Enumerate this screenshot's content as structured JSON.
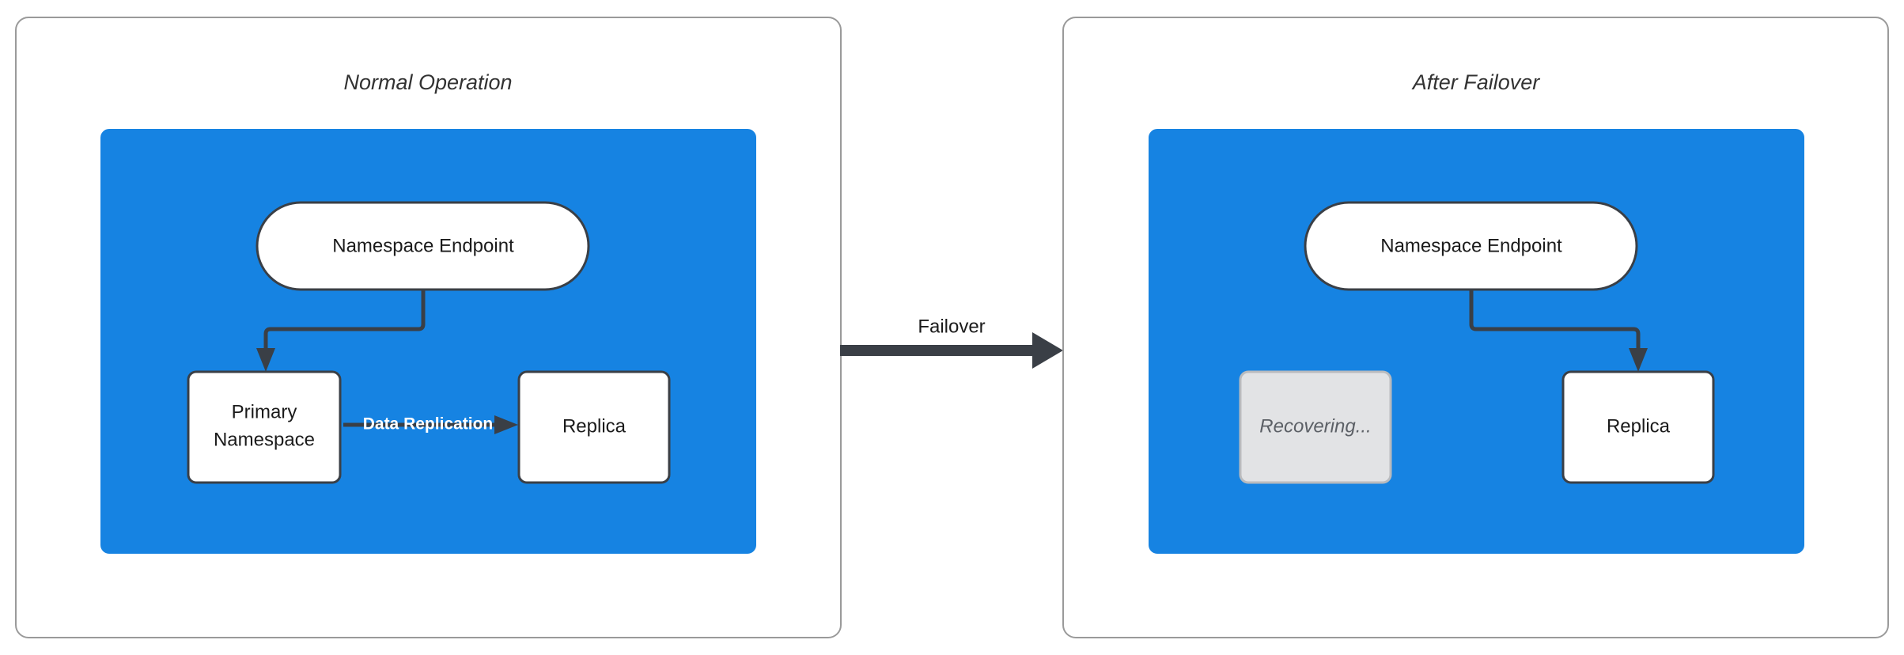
{
  "diagram": {
    "type": "failover-architecture-diagram",
    "background_color": "#ffffff",
    "accent_color": "#1683e2",
    "stroke_color": "#3a3f46",
    "panel_border_color": "#9a9a9a",
    "dim_fill_color": "#e2e3e5"
  },
  "panels": [
    {
      "id": "normal",
      "title": "Normal Operation",
      "nodes": [
        {
          "id": "endpoint-left",
          "label": "Namespace Endpoint",
          "shape": "pill",
          "state": "active"
        },
        {
          "id": "primary",
          "label": "Primary\nNamespace",
          "label_line1": "Primary",
          "label_line2": "Namespace",
          "shape": "rounded-rect",
          "state": "active"
        },
        {
          "id": "replica-left",
          "label": "Replica",
          "shape": "rounded-rect",
          "state": "active"
        }
      ],
      "edges": [
        {
          "id": "endpoint-to-primary",
          "from": "endpoint-left",
          "to": "primary",
          "label": ""
        },
        {
          "id": "primary-to-replica",
          "from": "primary",
          "to": "replica-left",
          "label": "Data Replication"
        }
      ]
    },
    {
      "id": "failover",
      "title": "After Failover",
      "nodes": [
        {
          "id": "endpoint-right",
          "label": "Namespace Endpoint",
          "shape": "pill",
          "state": "active"
        },
        {
          "id": "recovering",
          "label": "Recovering...",
          "shape": "rounded-rect",
          "state": "dimmed"
        },
        {
          "id": "replica-right",
          "label": "Replica",
          "shape": "rounded-rect",
          "state": "active"
        }
      ],
      "edges": [
        {
          "id": "endpoint-to-replica",
          "from": "endpoint-right",
          "to": "replica-right",
          "label": ""
        }
      ]
    }
  ],
  "transition": {
    "id": "failover-transition",
    "label": "Failover",
    "from_panel": "normal",
    "to_panel": "failover"
  }
}
